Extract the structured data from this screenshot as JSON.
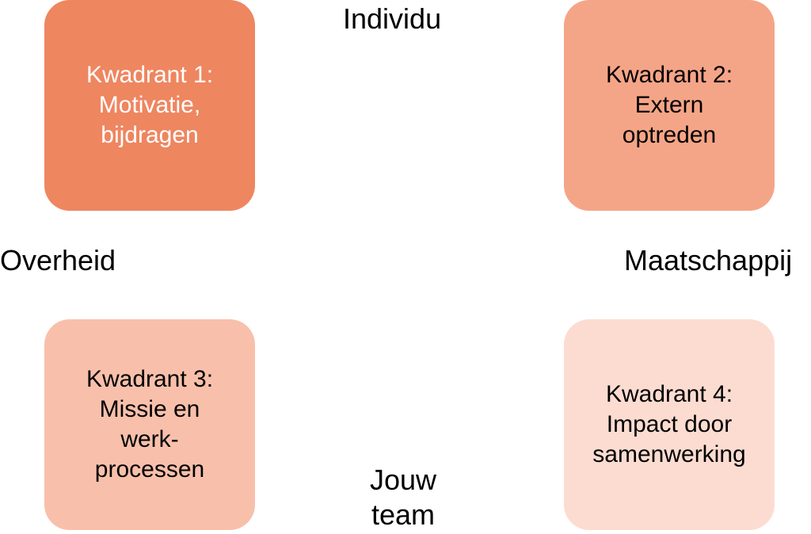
{
  "axes": {
    "top": "Individu",
    "left": "Overheid",
    "right": "Maatschappij",
    "bottom": "Jouw team"
  },
  "quadrants": [
    {
      "label": "Kwadrant 1: Motivatie, bijdragen",
      "fill": "#ee8660",
      "text_color": "#ffffff"
    },
    {
      "label": "Kwadrant 2: Extern optreden",
      "fill": "#f5a587",
      "text_color": "#000000"
    },
    {
      "label": "Kwadrant 3: Missie en werk-processen",
      "fill": "#f8c0ab",
      "text_color": "#000000"
    },
    {
      "label": "Kwadrant 4: Impact door samenwerking",
      "fill": "#fcdcd1",
      "text_color": "#000000"
    }
  ]
}
